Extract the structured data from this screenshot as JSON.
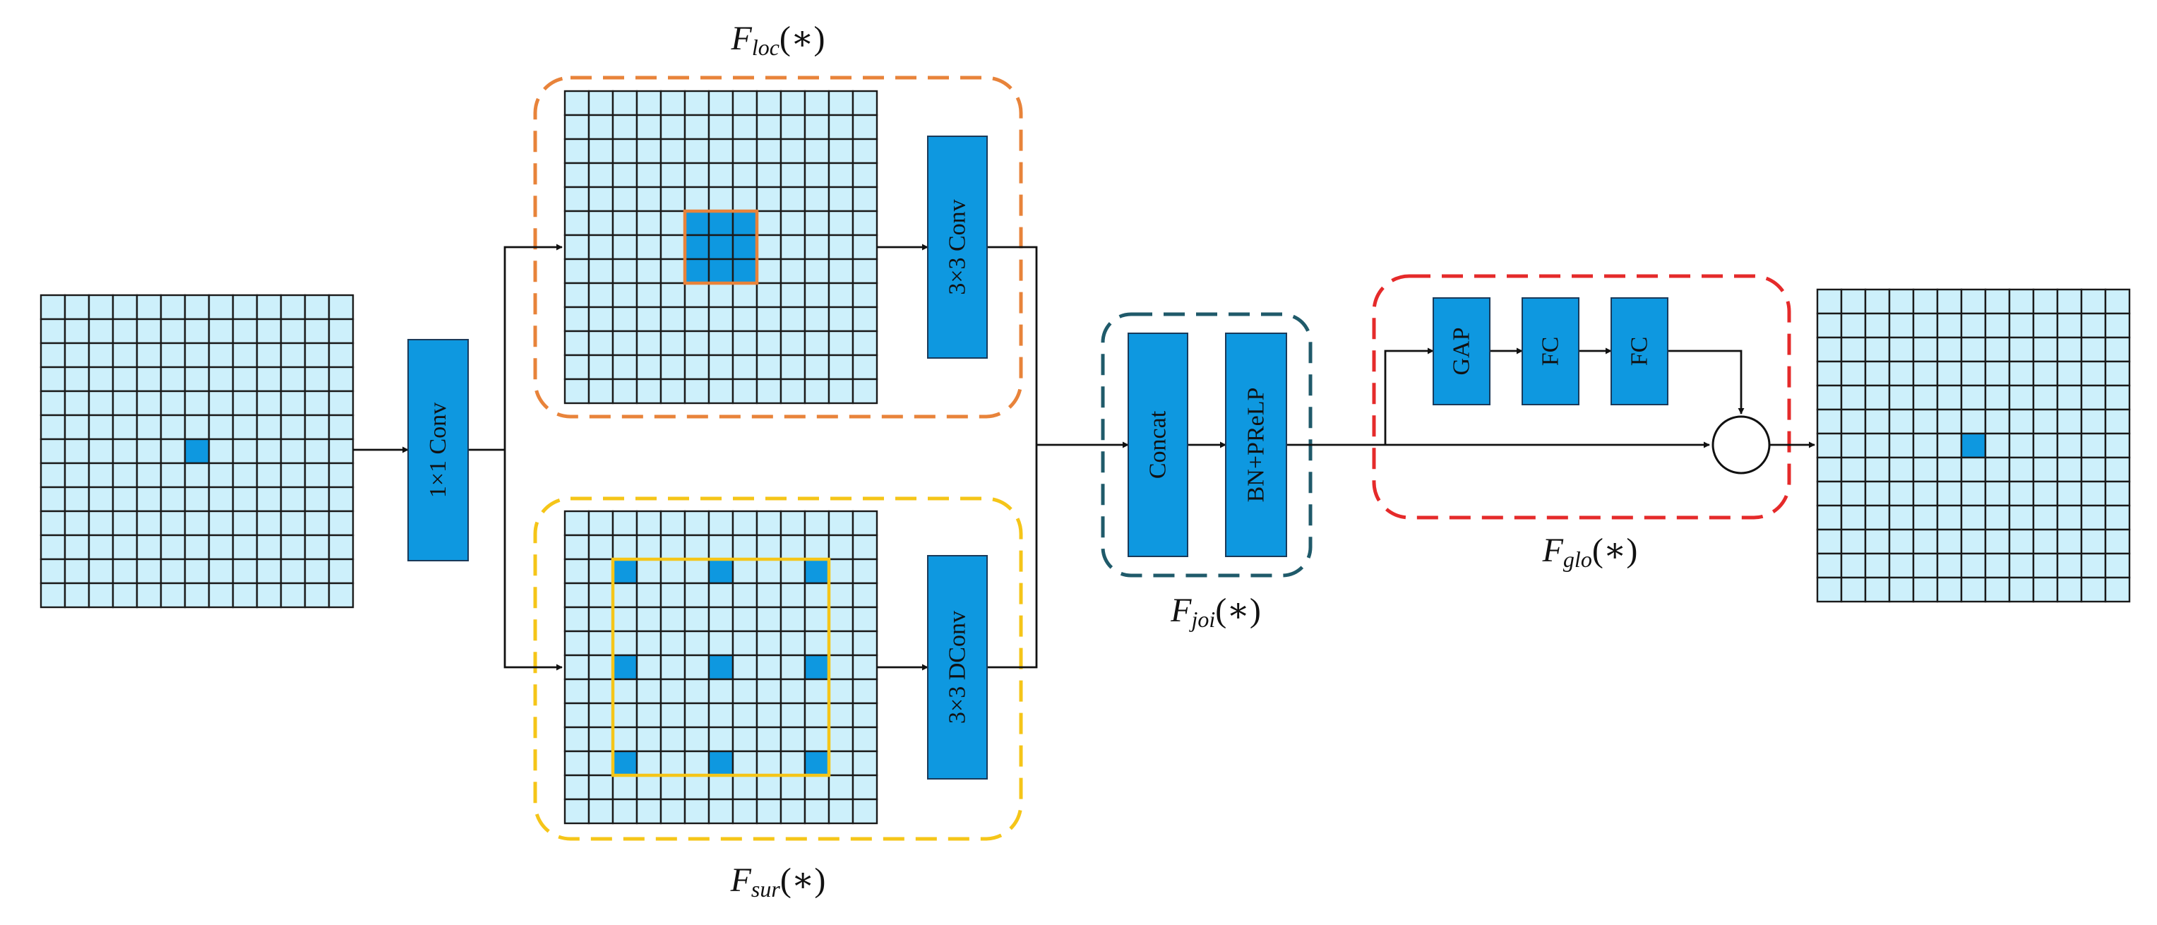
{
  "colors": {
    "cell_fill": "#cdf0fb",
    "cell_highlight": "#0e98e0",
    "block_fill": "#0e98e0",
    "local_branch": "#e8833a",
    "surround_branch": "#f5c518",
    "joint_branch": "#1f5a6a",
    "global_branch": "#e52a2a"
  },
  "blocks": {
    "conv_1x1": "1×1 Conv",
    "conv_3x3": "3×3 Conv",
    "dconv_3x3": "3×3 DConv",
    "concat": "Concat",
    "bn_prelu": "BN+PReLP",
    "gap": "GAP",
    "fc1": "FC",
    "fc2": "FC"
  },
  "captions": {
    "local": {
      "main": "F",
      "sub": "loc",
      "arg": "(∗)"
    },
    "surround": {
      "main": "F",
      "sub": "sur",
      "arg": "(∗)"
    },
    "joint": {
      "main": "F",
      "sub": "joi",
      "arg": "(∗)"
    },
    "global": {
      "main": "F",
      "sub": "glo",
      "arg": "(∗)"
    }
  },
  "grids": {
    "input": {
      "rows": 13,
      "cols": 13,
      "highlight": [
        [
          6,
          6
        ]
      ]
    },
    "local": {
      "rows": 13,
      "cols": 13,
      "highlight": [
        [
          5,
          5
        ],
        [
          5,
          6
        ],
        [
          5,
          7
        ],
        [
          6,
          5
        ],
        [
          6,
          6
        ],
        [
          6,
          7
        ],
        [
          7,
          5
        ],
        [
          7,
          6
        ],
        [
          7,
          7
        ]
      ]
    },
    "surround": {
      "rows": 13,
      "cols": 13,
      "highlight": [
        [
          2,
          2
        ],
        [
          2,
          6
        ],
        [
          2,
          10
        ],
        [
          6,
          2
        ],
        [
          6,
          6
        ],
        [
          6,
          10
        ],
        [
          10,
          2
        ],
        [
          10,
          6
        ],
        [
          10,
          10
        ]
      ]
    },
    "output": {
      "rows": 13,
      "cols": 13,
      "highlight": [
        [
          6,
          6
        ]
      ]
    }
  }
}
